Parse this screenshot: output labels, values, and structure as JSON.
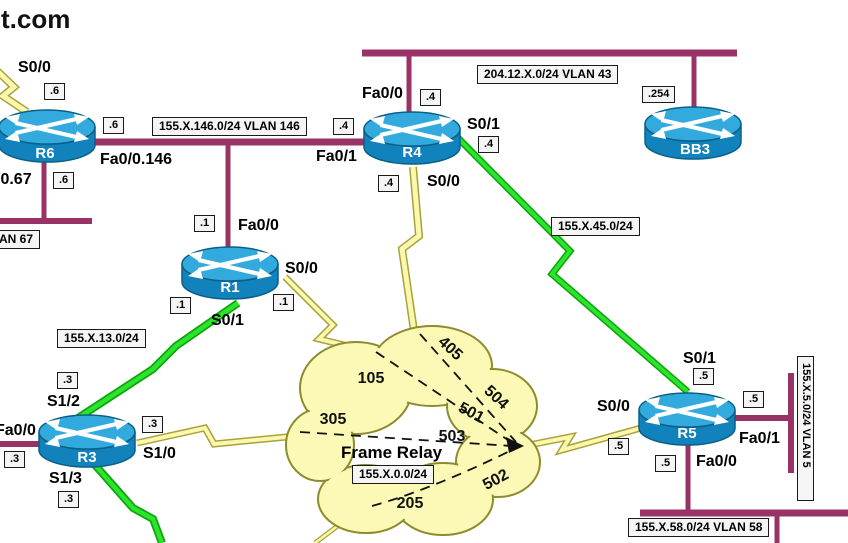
{
  "watermark": "t.com",
  "routers": [
    {
      "name": "R6"
    },
    {
      "name": "R1"
    },
    {
      "name": "R3"
    },
    {
      "name": "R4"
    },
    {
      "name": "R5"
    },
    {
      "name": "BB3"
    }
  ],
  "interfaces": {
    "r6_s00": "S0/0",
    "r6_fa00146": "Fa0/0.146",
    "r6_fa0067_partial": "/0.67",
    "r1_fa00": "Fa0/0",
    "r1_s00": "S0/0",
    "r1_s01": "S0/1",
    "r4_fa00": "Fa0/0",
    "r4_fa01": "Fa0/1",
    "r4_s01": "S0/1",
    "r4_s00": "S0/0",
    "r3_s12": "S1/2",
    "r3_fa00": "Fa0/0",
    "r3_s10": "S1/0",
    "r3_s13": "S1/3",
    "r5_s01": "S0/1",
    "r5_s00": "S0/0",
    "r5_fa01": "Fa0/1",
    "r5_fa00": "Fa0/0"
  },
  "octets": {
    "o6": ".6",
    "o4": ".4",
    "o1": ".1",
    "o3": ".3",
    "o5": ".5",
    "o254": ".254"
  },
  "subnets": {
    "vlan146": "155.X.146.0/24 VLAN 146",
    "vlan43": "204.12.X.0/24 VLAN 43",
    "net45": "155.X.45.0/24",
    "net13": "155.X.13.0/24",
    "vlan58": "155.X.58.0/24 VLAN 58",
    "vlan67_partial": "AN 67",
    "vlan5": "155.X.5.0/24 VLAN 5",
    "frame_relay_net": "155.X.0.0/24"
  },
  "cloud": {
    "title": "Frame Relay",
    "dlci": {
      "d105": "105",
      "d405": "405",
      "d504": "504",
      "d501": "501",
      "d503": "503",
      "d305": "305",
      "d502": "502",
      "d205": "205"
    }
  }
}
